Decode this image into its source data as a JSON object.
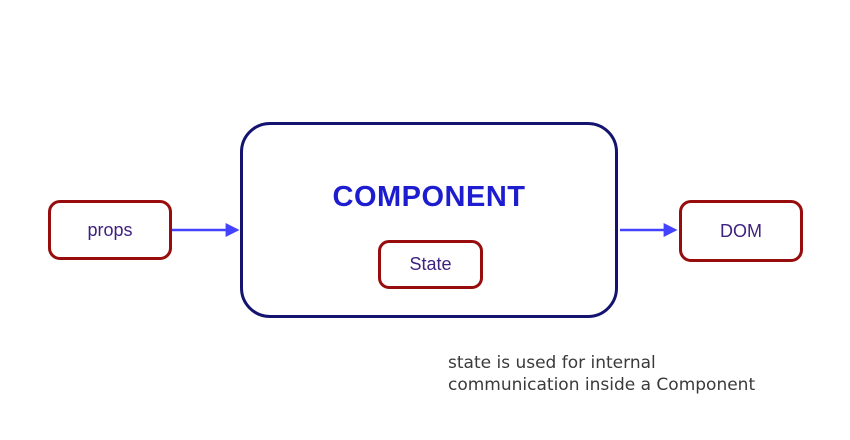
{
  "diagram": {
    "component_box": {
      "label": "COMPONENT"
    },
    "props_box": {
      "label": "props"
    },
    "state_box": {
      "label": "State"
    },
    "dom_box": {
      "label": "DOM"
    },
    "caption": {
      "line1": "state is used for internal",
      "line2": "communication inside a Component"
    }
  },
  "colors": {
    "box_border_red": "#970d0d",
    "component_border_navy": "#141470",
    "arrow_blue": "#4343ff",
    "component_text_blue": "#1d1dcf",
    "label_text_purple": "#3f2180",
    "caption_text_gray": "#3a3a3a",
    "background": "#ffffff"
  }
}
